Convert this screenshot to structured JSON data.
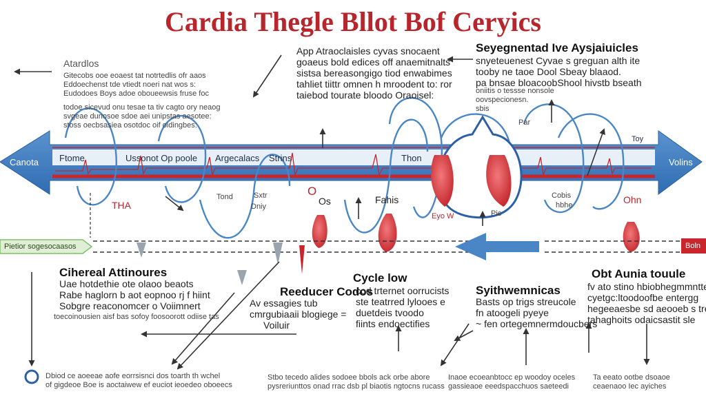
{
  "title": "Cardia Thegle Bllot Bof Ceryics",
  "colors": {
    "title_red": "#b7262c",
    "band_blue": "#3f7fc4",
    "band_red": "#c9252c",
    "curve_blue": "#4a86c5",
    "organ_red": "#d8353a",
    "green": "#7fbf6a",
    "arrow_dark": "#333333"
  },
  "band": {
    "left_label": "Canota",
    "right_label": "Volins",
    "labels": [
      "Ftome",
      "Ussonot Op poole",
      "Argecalacs",
      "Strins",
      "Thon",
      "Toy"
    ]
  },
  "top_center": {
    "lines": [
      "App Atraoclaisles cyvas snocaent",
      "goaeus bold edices off anaemitnalts",
      "sistsa bereasongigo tiod enwabimes",
      "tahliet tiittr omnen h mroodent to: ror",
      "taiebod tourate bloodo Oraoisel:"
    ]
  },
  "top_right": {
    "heading": "Seyegnentad Ive Aysjaiuicles",
    "lines": [
      "snyeteuenest Cyvae s greguan alth ite",
      "tooby ne taoe Dool Sbeay blaaod.",
      "pa bnsae bloacoobShool hivstb bseath"
    ],
    "small": [
      "oniitis o tessse nonsole",
      "oovspecionesn.",
      "sbis"
    ]
  },
  "left_top": {
    "heading": "Atardlos",
    "lines": [
      "Gitecobs ooe eoaest tat notrtedlis ofr aaos",
      "Eddoechenst tde vtiedt noeri nat wos s:",
      "Eudodoes Boys adoe oboueewsis fruse foc"
    ],
    "small": [
      "todoe sicevud onu tesae ta tiv cagto ory neaog",
      "svgeae dunosoe sdoe aei unipstas aesotee:",
      "stoss oecbsasiea osotdoc oif oidingbes:"
    ]
  },
  "mid_labels": {
    "tond": "Tond",
    "dny": "Dniy",
    "sxtr": "Sxtr",
    "tha": "THA",
    "o": "O",
    "os": "Os",
    "fahis": "Fahis",
    "pa": "Par",
    "eyiw": "Eyo W",
    "pic": "Pic",
    "cobis": "Cobis",
    "hbie": "hbhe",
    "ohn": "Ohn"
  },
  "left_green": "Pietior sogesocaasos",
  "right_red": "Boln",
  "lower_left": {
    "heading": "Cihereal Attinoures",
    "lines": [
      "Uae hotdethie ote olaoo beaots",
      "Rabe haglorn b aot eopnoo rj f hiint",
      "Sobgre reaconomcer o Voiimnert"
    ],
    "small": [
      "toecoinousien aisf bas sofoy foosoorott odiise tas"
    ]
  },
  "lower_center": {
    "heading_a": "Reeducer Codos",
    "heading_b": "Cycle low",
    "a_lines": [
      "Av essagies tub",
      "cmrgubiaaii blogiege =",
      "Voiluir"
    ],
    "b_lines": [
      "cod trternet oorrucists",
      "ste teatrred lylooes e",
      "duetdeis tvoodo",
      "fiints endoectifies"
    ],
    "small": [
      "Stbo tecedo alides sodoee bbols ack orbe abore",
      "pysreriunttos onad rrac dsb pl biaotis ngtocns rucass"
    ]
  },
  "lower_mid_right": {
    "heading": "Syithwemnicas",
    "lines": [
      "Basts op trigs streucole",
      "fn atoogeli pyeye",
      "~ fen ortegemnermdoucbers"
    ],
    "small": [
      "Inaoe ecoeanbtocc ep woodoy oceles",
      "gassieaoe eeedspacchuos saeteedi"
    ]
  },
  "lower_right": {
    "heading": "Obt Aunia touule",
    "lines": [
      "fv ato stino hbiobhegmmnttes",
      "cyetgc:ltoodoofbe entergg",
      "hegeeaesbe sd aeooeb s trers",
      "tahaghoits odaicsastit sle"
    ],
    "small": [
      "Ta eeato ootbe dsoaoe",
      "ceaenaoo Iec ayiches"
    ]
  },
  "bottom_left_small": [
    "Dbiod ce aoeeae aofe eorrsisnci dos toarth th wchel",
    "of gigdeoe Boe is aoctaiwew ef euciot ieoedeo oboeecs"
  ],
  "bottom_left_circle": "O"
}
